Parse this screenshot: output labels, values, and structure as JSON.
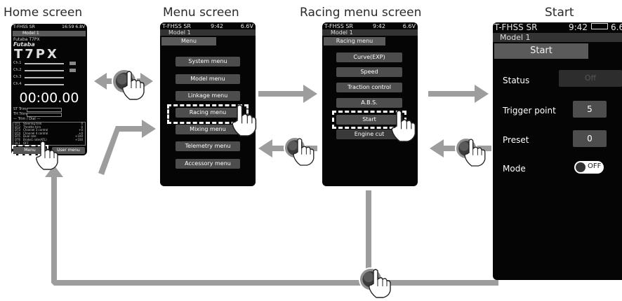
{
  "captions": {
    "home": "Home screen",
    "menu": "Menu screen",
    "racing": "Racing menu screen",
    "start": "Start"
  },
  "home": {
    "status_left": "T-FHSS SR",
    "status_right": "16:59 6.8V",
    "model": "Model 1",
    "brand_line1": "Futaba T7PX",
    "brand_logo": "Futaba",
    "model_name": "T7PX",
    "channels": [
      "Ch.1",
      "Ch.2",
      "Ch.3",
      "Ch.4"
    ],
    "timer": "00:00.00",
    "trims": [
      "ST Trim",
      "TH Trim"
    ],
    "trim_dial_header": "— Trim / Dial —",
    "trim_dial_rows": [
      {
        "code": "DT1",
        "label": "Steering trim",
        "value": "0"
      },
      {
        "code": "DT2",
        "label": "Throttle trim",
        "value": "0"
      },
      {
        "code": "DT3",
        "label": "Channel 3 control",
        "value": "+0"
      },
      {
        "code": "DT4",
        "label": "Channel 4 control",
        "value": "+0"
      },
      {
        "code": "DT5",
        "label": "Dual rate",
        "value": "+100"
      },
      {
        "code": "DT6",
        "label": "Brake1 rate(ATL)",
        "value": "+100"
      },
      {
        "code": "DL1",
        "label": "OFF",
        "value": ""
      }
    ],
    "menu_button": "Menu",
    "user_menu_button": "User menu"
  },
  "menu": {
    "status_left": "T-FHSS SR",
    "status_time": "9:42",
    "status_volt": "6.6V",
    "model": "Model 1",
    "title": "Menu",
    "items": [
      "System menu",
      "Model menu",
      "Linkage menu",
      "Racing menu",
      "Mixing menu",
      "Telemetry menu",
      "Accessory menu"
    ]
  },
  "racing": {
    "status_left": "T-FHSS SR",
    "status_time": "9:42",
    "status_volt": "6.6V",
    "model": "Model 1",
    "title": "Racing menu",
    "items": [
      "Curve(EXP)",
      "Speed",
      "Traction control",
      "A.B.S.",
      "Start",
      "Engine cut"
    ]
  },
  "start": {
    "status_left": "T-FHSS SR",
    "status_time": "9:42",
    "status_volt": "6.6",
    "model": "Model 1",
    "title": "Start",
    "rows": [
      {
        "label": "Status",
        "value": "Off"
      },
      {
        "label": "Trigger point",
        "value": "5"
      },
      {
        "label": "Preset",
        "value": "0"
      },
      {
        "label": "Mode",
        "value": "OFF"
      }
    ]
  },
  "colors": {
    "arrow": "#9d9d9d",
    "screen": "#050505",
    "button": "#4d4d4d",
    "title_bar": "#5a5a5a",
    "dial_outer": "#8f8f8f",
    "dial_inner": "#3b3b3b"
  }
}
